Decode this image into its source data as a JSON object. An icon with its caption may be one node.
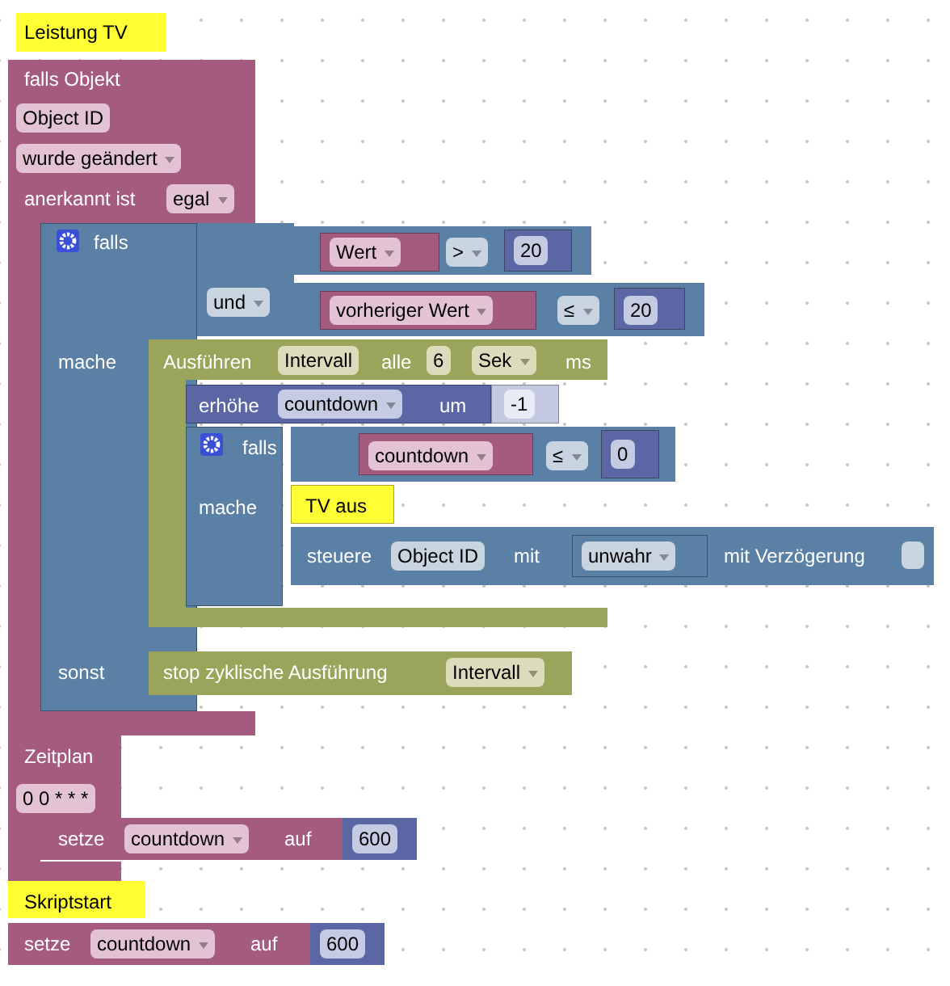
{
  "diagram": {
    "nodes": [
      {
        "text": [
          "Leistung TV"
        ]
      },
      {
        "text": [
          "falls Objekt",
          "Object ID",
          "wurde geändert",
          "anerkannt ist",
          "egal"
        ]
      },
      {
        "text": [
          "falls",
          "mache",
          "sonst"
        ],
        "in": 1
      },
      {
        "text": [
          "und"
        ]
      },
      {
        "text": [
          ">"
        ]
      },
      {
        "text": [
          "Wert"
        ],
        "in": 4
      },
      {
        "text": [
          "20"
        ],
        "in": 4
      },
      {
        "text": [
          "≤"
        ]
      },
      {
        "text": [
          "vorheriger Wert"
        ],
        "in": 7
      },
      {
        "text": [
          "20"
        ],
        "in": 7
      },
      {
        "text": [
          "Ausführen",
          "Intervall",
          "alle",
          "6",
          "Sek",
          "ms"
        ]
      },
      {
        "text": [
          "erhöhe",
          "countdown",
          "um"
        ],
        "in": 10
      },
      {
        "text": [
          "-1"
        ],
        "in": 10
      },
      {
        "text": [
          "falls",
          "mache"
        ],
        "in": 10
      },
      {
        "text": [
          "≤"
        ]
      },
      {
        "text": [
          "countdown"
        ],
        "in": 14
      },
      {
        "text": [
          "0"
        ],
        "in": 14
      },
      {
        "text": [
          "TV aus"
        ],
        "in": 10
      },
      {
        "text": [
          "steuere",
          "Object ID",
          "mit",
          "mit Verzögerung"
        ]
      },
      {
        "text": [
          "unwahr"
        ],
        "in": 18
      },
      {
        "text": [
          "stop zyklische Ausführung",
          "Intervall"
        ]
      },
      {
        "text": [
          "Zeitplan",
          "0 0 * * *"
        ]
      },
      {
        "text": [
          "setze",
          "countdown",
          "auf"
        ]
      },
      {
        "text": [
          "600"
        ]
      },
      {
        "text": [
          "Skriptstart"
        ]
      },
      {
        "text": [
          "setze",
          "countdown",
          "auf"
        ]
      },
      {
        "text": [
          "600"
        ]
      }
    ],
    "edges": []
  }
}
